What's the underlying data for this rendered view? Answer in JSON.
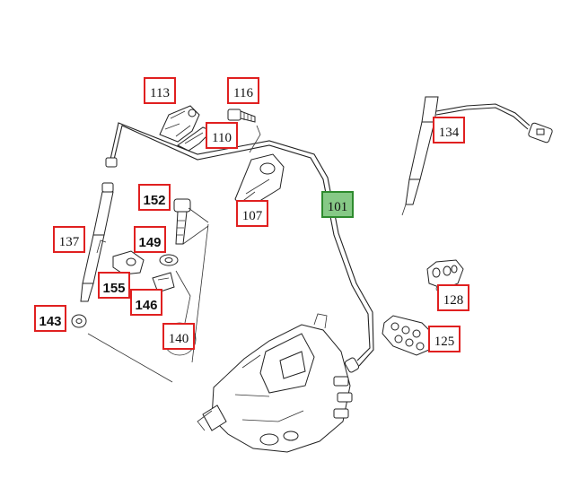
{
  "callouts": [
    {
      "id": "113",
      "label": "113",
      "bold": false,
      "active": false
    },
    {
      "id": "116",
      "label": "116",
      "bold": false,
      "active": false
    },
    {
      "id": "110",
      "label": "110",
      "bold": false,
      "active": false
    },
    {
      "id": "134",
      "label": "134",
      "bold": false,
      "active": false
    },
    {
      "id": "152",
      "label": "152",
      "bold": true,
      "active": false
    },
    {
      "id": "107",
      "label": "107",
      "bold": false,
      "active": false
    },
    {
      "id": "101",
      "label": "101",
      "bold": false,
      "active": true
    },
    {
      "id": "137",
      "label": "137",
      "bold": false,
      "active": false
    },
    {
      "id": "149",
      "label": "149",
      "bold": true,
      "active": false
    },
    {
      "id": "155",
      "label": "155",
      "bold": true,
      "active": false
    },
    {
      "id": "146",
      "label": "146",
      "bold": true,
      "active": false
    },
    {
      "id": "128",
      "label": "128",
      "bold": false,
      "active": false
    },
    {
      "id": "143",
      "label": "143",
      "bold": true,
      "active": false
    },
    {
      "id": "140",
      "label": "140",
      "bold": false,
      "active": false
    },
    {
      "id": "125",
      "label": "125",
      "bold": false,
      "active": false
    }
  ],
  "colors": {
    "callout_border": "#e02020",
    "active_fill": "#86c986",
    "line": "#222222"
  }
}
